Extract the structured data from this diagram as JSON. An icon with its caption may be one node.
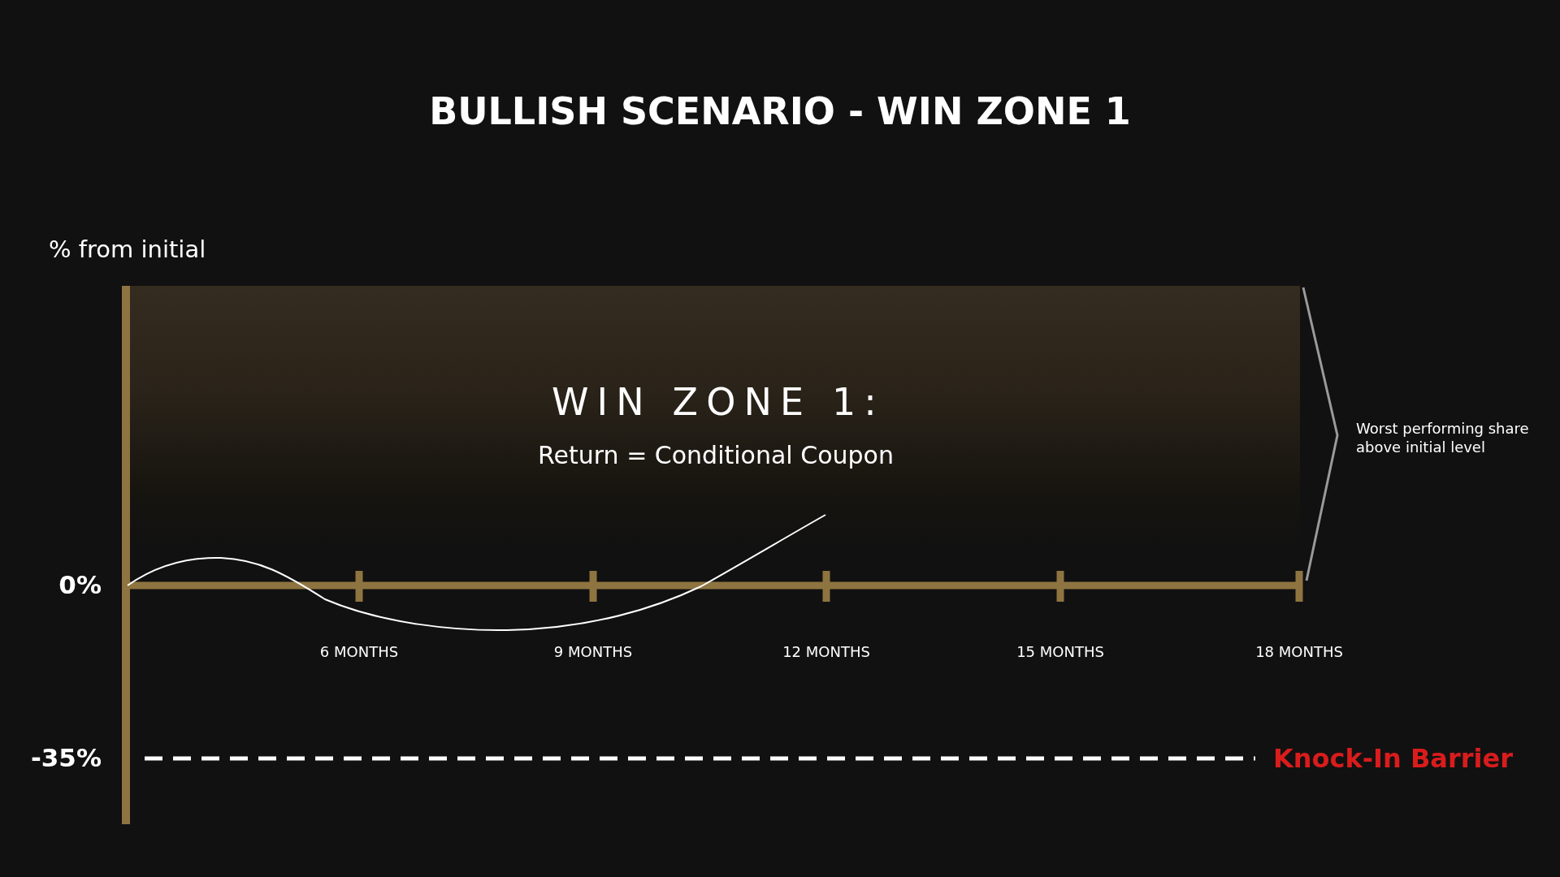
{
  "diagram": {
    "title": "BULLISH SCENARIO - WIN ZONE 1",
    "nodes": [
      {
        "text": [
          "WIN ZONE 1:",
          "Return = Conditional Coupon"
        ],
        "beside": [
          "Worst performing share above initial level"
        ]
      }
    ],
    "labels": [
      "% from initial",
      "0%",
      "6 MONTHS",
      "9 MONTHS",
      "12 MONTHS",
      "15 MONTHS",
      "18 MONTHS",
      "-35%",
      "Knock-In Barrier"
    ]
  }
}
